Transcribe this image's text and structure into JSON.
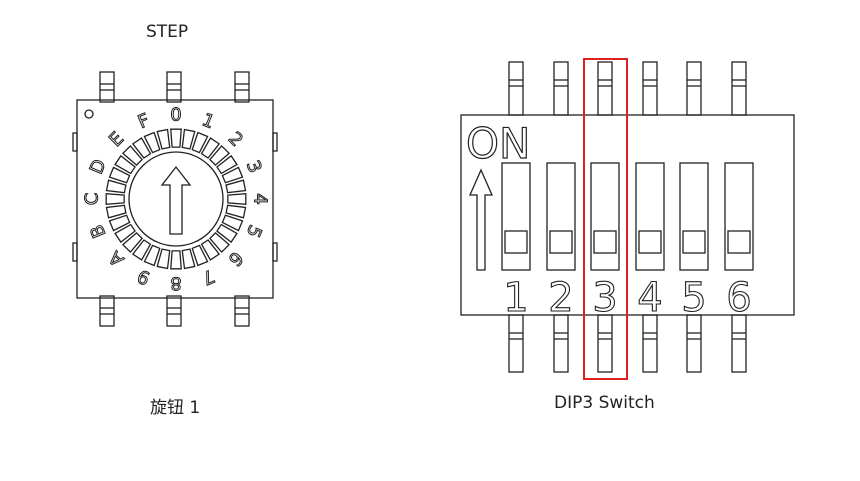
{
  "rotary": {
    "title": "STEP",
    "caption": "旋钮 1",
    "dial_labels": [
      "0",
      "1",
      "2",
      "3",
      "4",
      "5",
      "6",
      "7",
      "8",
      "9",
      "A",
      "B",
      "C",
      "D",
      "E",
      "F"
    ],
    "arrow_icon": "up-arrow-icon"
  },
  "dip": {
    "on_label": "ON",
    "caption": "DIP3 Switch",
    "switch_numbers": [
      "1",
      "2",
      "3",
      "4",
      "5",
      "6"
    ],
    "highlighted_switch": 3,
    "highlight_color": "#e02020",
    "arrow_icon": "up-arrow-icon"
  }
}
